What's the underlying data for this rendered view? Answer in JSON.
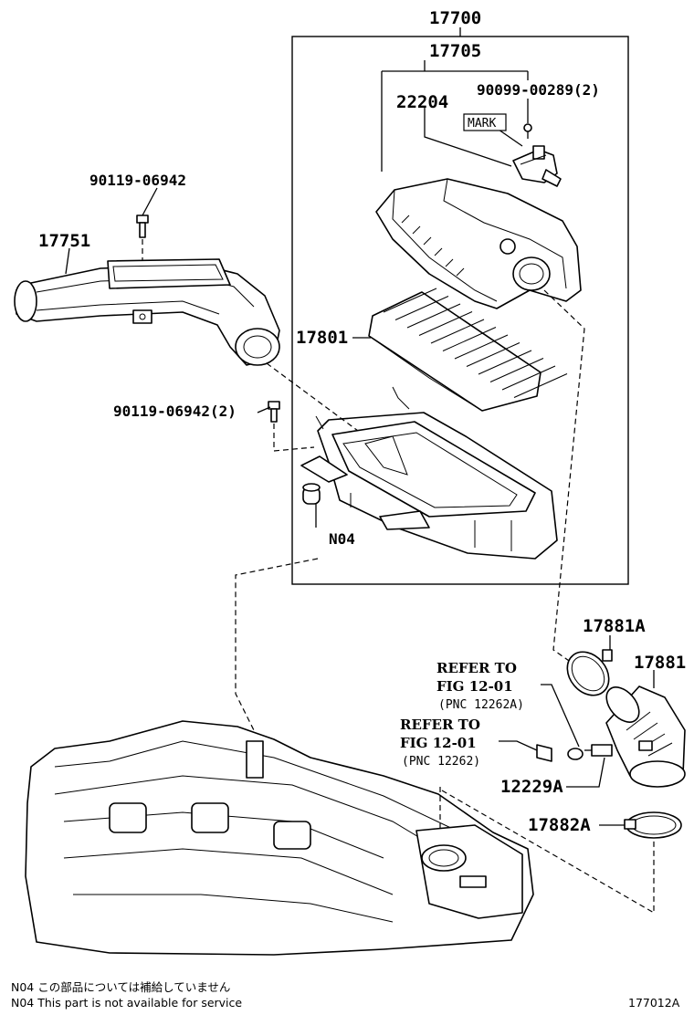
{
  "labels": {
    "assy": "17700",
    "cap_sub": "17705",
    "screw_mark": "90099-00289(2)",
    "sensor": "22204",
    "mark": "MARK",
    "bolt_top": "90119-06942",
    "inlet": "17751",
    "element": "17801",
    "bolt_mid": "90119-06942(2)",
    "n04": "N04",
    "clamp_a": "17881A",
    "hose": "17881",
    "refer1_line1": "REFER TO",
    "refer1_line2": "FIG 12-01",
    "refer1_line3": "(PNC 12262A)",
    "refer2_line1": "REFER TO",
    "refer2_line2": "FIG 12-01",
    "refer2_line3": "(PNC 12262)",
    "union": "12229A",
    "clamp_b": "17882A"
  },
  "footer": {
    "note_jp": "N04  この部品については補給していません",
    "note_en": "N04  This part is not available for service",
    "figure_id": "177012A"
  }
}
